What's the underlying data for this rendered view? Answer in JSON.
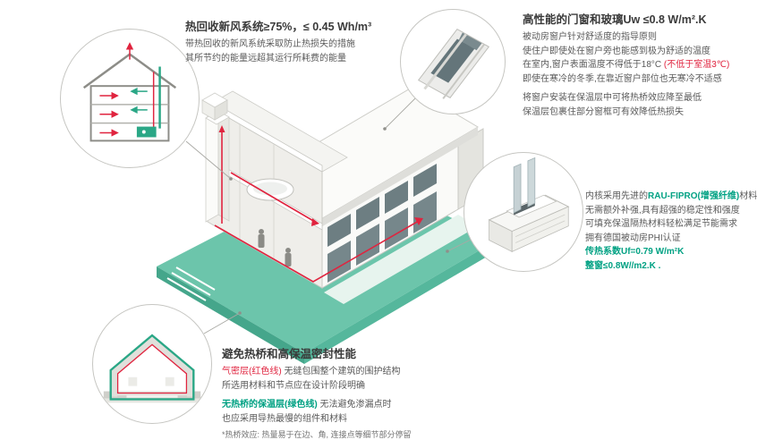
{
  "colors": {
    "accent_teal": "#00a183",
    "platform_teal": "#6cc5ab",
    "accent_red": "#e0243f"
  },
  "icons": {
    "hrv_inset": "hrv-house-cross-section-icon",
    "window_inset": "window-corner-detail-icon",
    "profile_inset": "window-frame-profile-icon",
    "envelope_inset": "insulated-envelope-cross-section-icon"
  },
  "hrv_panel": {
    "title": "热回收新风系统≥75%，≤ 0.45 Wh/m³",
    "line1": "带热回收的新风系统采取防止热损失的措施",
    "line2": "其所节约的能量远超其运行所耗费的能量"
  },
  "window_panel": {
    "title": "高性能的门窗和玻璃Uw ≤0.8 W/m².K",
    "line1": "被动房窗户针对舒适度的指导原则",
    "line2": "使住户即使处在窗户旁也能感到极为舒适的温度",
    "line3a": "在室内,窗户表面温度不得低于18°C ",
    "line3b": "(不低于室温3℃)",
    "line4": "即使在寒冷的冬季,在靠近窗户部位也无寒冷不适感",
    "line5": "将窗户安装在保温层中可将热桥效应降至最低",
    "line6": "保温层包裹住部分窗框可有效降低热损失"
  },
  "profile_panel": {
    "line1a": "内核采用先进的",
    "line1b": "RAU-FIPRO(增强纤维)",
    "line1c": "材料",
    "line2": "无需额外补强,具有超强的稳定性和强度",
    "line3": "可填充保温隔热材料轻松满足节能需求",
    "line4": "拥有德国被动房PHI认证",
    "line5": "传热系数Uf=0.79 W/m²K",
    "line6": "整窗≤0.8W//m2.K ."
  },
  "envelope_panel": {
    "title": "避免热桥和高保温密封性能",
    "line1a": "气密层(红色线)",
    "line1b": " 无缝包围整个建筑的围护结构",
    "line2": "所选用材料和节点应在设计阶段明确",
    "line3a": "无热桥的保温层(绿色线)",
    "line3b": " 无法避免渗漏点时",
    "line4": "也应采用导热最慢的组件和材料",
    "footnote": "*热桥效应: 热量易于在边、角, 连接点等细节部分停留"
  }
}
